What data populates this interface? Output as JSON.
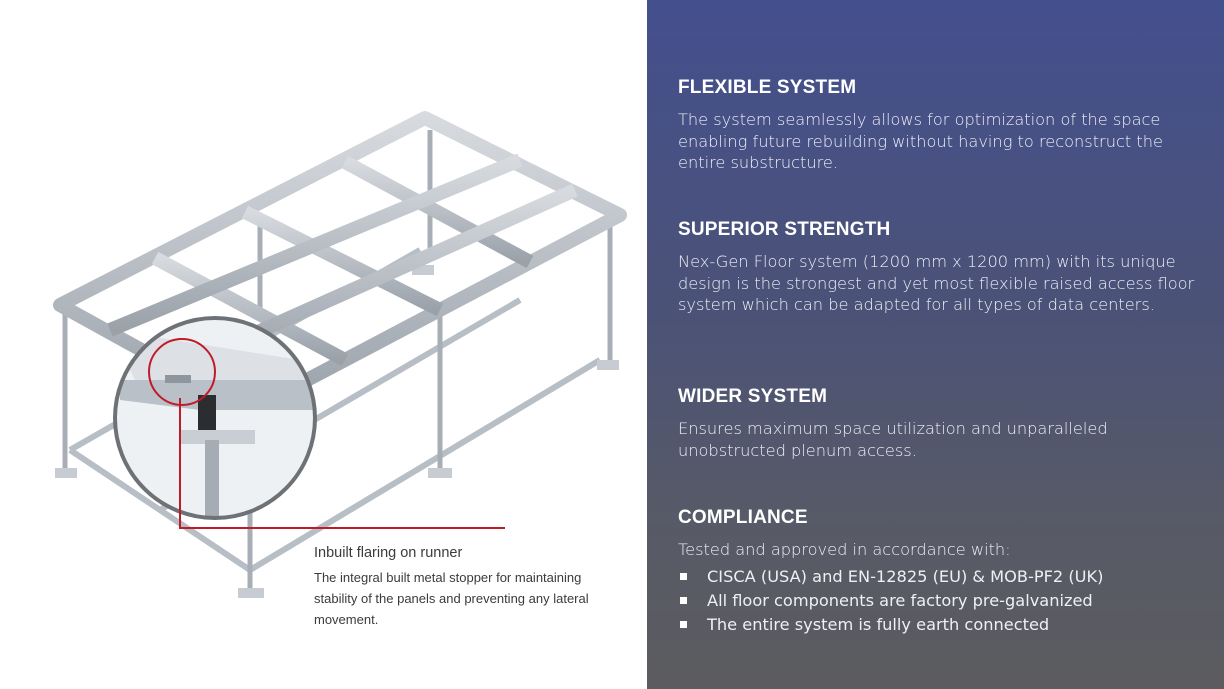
{
  "illustration": {
    "caption_title": "Inbuilt flaring on runner",
    "caption_text": "The integral built metal stopper for maintaining stability of the panels and preventing any lateral movement.",
    "callout_color": "#c01b2a"
  },
  "sections": [
    {
      "heading": "FLEXIBLE SYSTEM",
      "text": "The system seamlessly allows for optimization of the space enabling future rebuilding without having to reconstruct the entire substructure."
    },
    {
      "heading": "SUPERIOR STRENGTH",
      "text": "Nex-Gen Floor system (1200 mm x 1200 mm) with its unique design is the strongest and yet most flexible raised access floor system which can be adapted for all types of data centers."
    },
    {
      "heading": "WIDER SYSTEM",
      "text": "Ensures maximum space utilization and unparalleled unobstructed plenum access."
    },
    {
      "heading": "COMPLIANCE",
      "text": "Tested and approved in accordance with:",
      "bullets": [
        "CISCA (USA) and EN-12825 (EU) & MOB-PF2 (UK)",
        "All floor components are factory pre-galvanized",
        "The entire system is fully earth connected"
      ]
    }
  ],
  "colors": {
    "panel_top": "#44508e",
    "panel_bottom": "#5c5c5f"
  }
}
